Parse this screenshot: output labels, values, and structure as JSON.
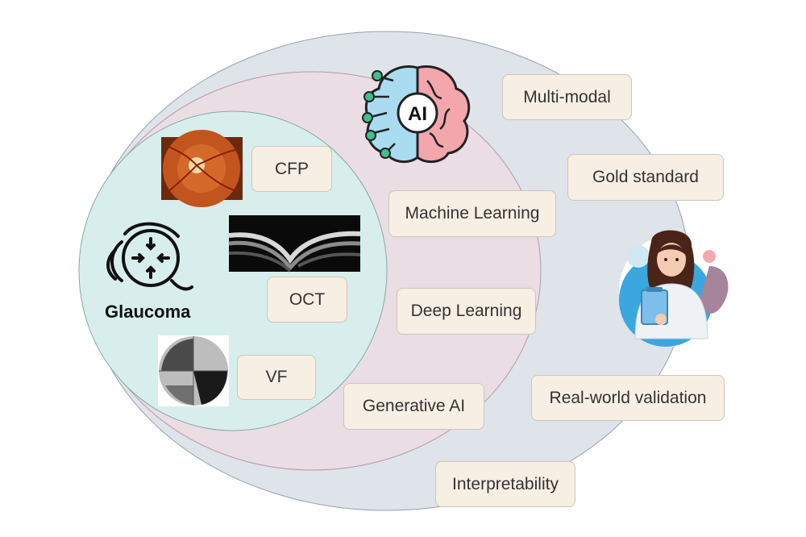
{
  "diagram": {
    "center": {
      "label": "Glaucoma",
      "icon": "eye-glaucoma-icon",
      "modalities": [
        {
          "label": "CFP",
          "image": "fundus-photo"
        },
        {
          "label": "OCT",
          "image": "oct-scan"
        },
        {
          "label": "VF",
          "image": "visual-field-map"
        }
      ]
    },
    "ai_layer": {
      "icon": "ai-brain-icon",
      "icon_text": "AI",
      "methods": [
        "Machine Learning",
        "Deep Learning",
        "Generative AI"
      ]
    },
    "outer_layer": {
      "figure": "clinician-illustration",
      "challenges": [
        "Multi-modal",
        "Gold standard",
        "Real-world validation",
        "Interpretability"
      ]
    },
    "colors": {
      "outer_ellipse": "#dfe3ea",
      "ai_ellipse": "#eadde3",
      "inner_ellipse": "#d8eeec",
      "box_fill": "#f7efe4",
      "brain_left": "#a9dcf0",
      "brain_right": "#f4a6ad"
    }
  }
}
